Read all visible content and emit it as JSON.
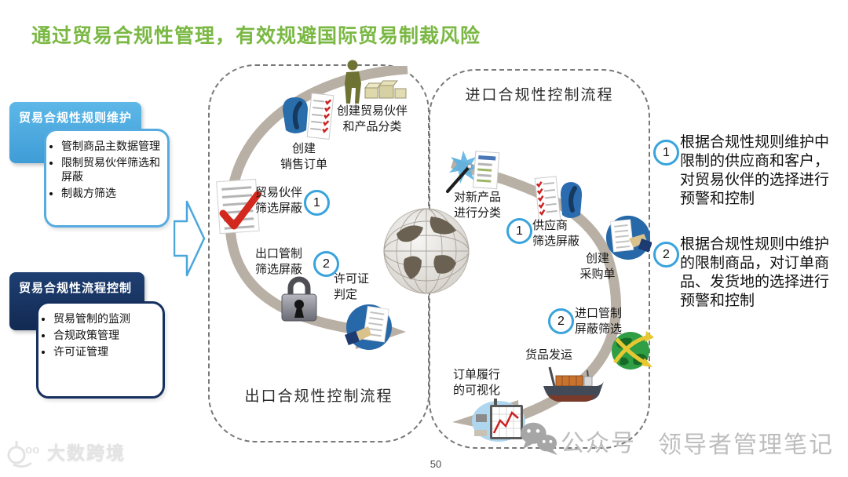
{
  "title": "通过贸易合规性管理，有效规避国际贸易制裁风险",
  "colors": {
    "title_green": "#7ab843",
    "header_light_blue": "#4ba6db",
    "header_dark_navy": "#152f5f",
    "accent_circle_blue": "#38a3dc",
    "arc_gray": "#b9b0a5"
  },
  "left_panel": {
    "rules_box": {
      "header": "贸易合规性规则维护",
      "bullets": [
        "管制商品主数据管理",
        "限制贸易伙伴筛选和屏蔽",
        "制裁方筛选"
      ]
    },
    "process_box": {
      "header": "贸易合规性流程控制",
      "bullets": [
        "贸易管制的监测",
        "合规政策管理",
        "许可证管理"
      ]
    }
  },
  "export_flow": {
    "container_title": "出口合规性控制流程",
    "steps": {
      "create_partner": "创建贸易伙伴\n和产品分类",
      "create_sales_order": "创建\n销售订单",
      "partner_screening": "贸易伙伴\n筛选屏蔽",
      "partner_screening_num": "1",
      "export_control": "出口管制\n筛选屏蔽",
      "export_control_num": "2",
      "license_determination": "许可证\n判定"
    }
  },
  "import_flow": {
    "container_title": "进口合规性控制流程",
    "steps": {
      "classify_new_product": "对新产品\n进行分类",
      "supplier_screening": "供应商\n筛选屏蔽",
      "supplier_screening_num": "1",
      "create_purchase_order": "创建\n采购单",
      "import_control": "进口管制\n屏蔽筛选",
      "import_control_num": "2",
      "goods_shipment": "货品发运",
      "order_visibility": "订单履行\n的可视化"
    }
  },
  "notes": {
    "item1": {
      "num": "1",
      "text": "根据合规性规则维护中限制的供应商和客户，对贸易伙伴的选择进行预警和控制"
    },
    "item2": {
      "num": "2",
      "text": "根据合规性规则中维护的限制商品，对订单商品、发货地的选择进行预警和控制"
    }
  },
  "footer": {
    "page_number": "50",
    "brand_logo_text": "大数跨境",
    "watermark_prefix": "公众号",
    "watermark_name": "领导者管理笔记"
  }
}
